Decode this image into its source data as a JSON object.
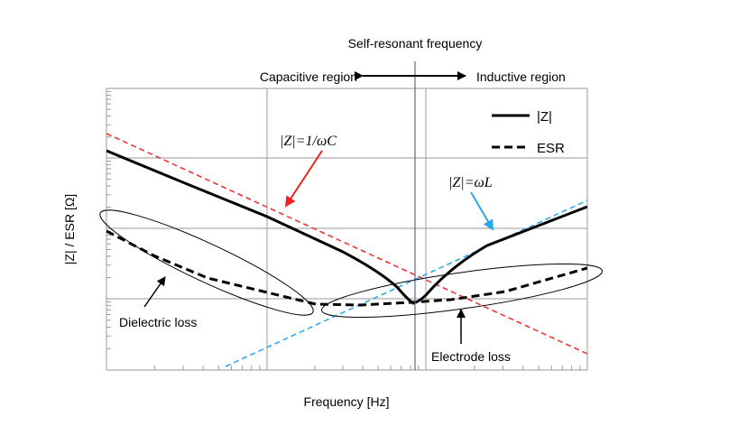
{
  "chart_data": {
    "type": "line",
    "xlabel": "Frequency [Hz]",
    "ylabel": "|Z| / ESR [Ω]",
    "x_scale": "log",
    "y_scale": "log",
    "x_tick_labels": [],
    "y_tick_labels": [],
    "grid": true,
    "legend_position": "top-right",
    "legend": [
      {
        "label": "|Z|",
        "style": "solid"
      },
      {
        "label": "ESR",
        "style": "dashed"
      }
    ],
    "annotations": {
      "self_resonant": "Self-resonant frequency",
      "capacitive_region": "Capacitive region",
      "inductive_region": "Inductive region",
      "eq_capacitive": "|Z|=1/ωC",
      "eq_inductive": "|Z|=ωL",
      "dielectric_loss": "Dielectric loss",
      "electrode_loss": "Electrode loss"
    },
    "colors": {
      "capacitive_asymptote": "#ee3333",
      "inductive_asymptote": "#33aaee",
      "resonance_line": "#4a6fb0",
      "curves": "#000000"
    },
    "series": [
      {
        "name": "|Z|",
        "style": "solid",
        "x": [
          0.0,
          0.1,
          0.2,
          0.3,
          0.4,
          0.5,
          0.6,
          0.68,
          0.74,
          0.78,
          0.82,
          0.88,
          0.92,
          1.0,
          1.1,
          1.2,
          1.3,
          1.4,
          1.5
        ],
        "y": [
          1.9,
          1.75,
          1.6,
          1.45,
          1.3,
          1.15,
          0.99,
          0.85,
          0.72,
          0.6,
          0.55,
          0.5,
          0.58,
          0.78,
          0.9,
          1.02,
          1.14,
          1.27,
          1.4
        ]
      },
      {
        "name": "ESR",
        "style": "dashed",
        "x": [
          0.0,
          0.1,
          0.2,
          0.3,
          0.4,
          0.5,
          0.6,
          0.7,
          0.8,
          0.9,
          1.0,
          1.1,
          1.2,
          1.3,
          1.4,
          1.5
        ],
        "y": [
          1.3,
          1.15,
          1.01,
          0.88,
          0.77,
          0.68,
          0.61,
          0.56,
          0.52,
          0.5,
          0.5,
          0.52,
          0.56,
          0.6,
          0.65,
          0.7
        ]
      },
      {
        "name": "|Z|=1/ωC",
        "style": "dashed",
        "x": [
          0.0,
          1.5
        ],
        "y": [
          2.1,
          0.0
        ]
      },
      {
        "name": "|Z|=ωL",
        "style": "dashed",
        "x": [
          0.4,
          1.5
        ],
        "y": [
          0.0,
          1.6
        ]
      }
    ]
  }
}
